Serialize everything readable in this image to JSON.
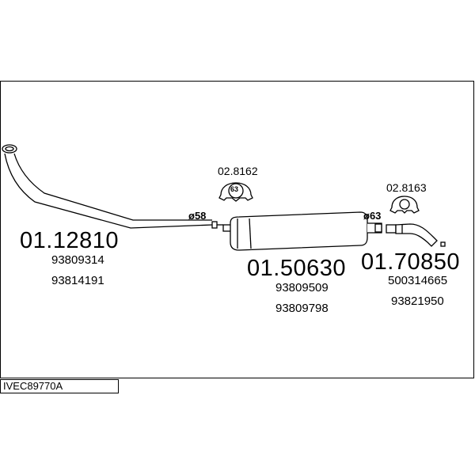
{
  "diagram_code": "IVEC89770A",
  "parts": [
    {
      "part_number": "01.12810",
      "oem_numbers": [
        "93809314",
        "93814191"
      ]
    },
    {
      "part_number": "01.50630",
      "oem_numbers": [
        "93809509",
        "93809798"
      ]
    },
    {
      "part_number": "01.70850",
      "oem_numbers": [
        "500314665",
        "93821950"
      ]
    }
  ],
  "clamps": [
    {
      "part_number": "02.8162",
      "size": "63"
    },
    {
      "part_number": "02.8163"
    }
  ],
  "diameters": [
    "ø58",
    "ø63"
  ]
}
